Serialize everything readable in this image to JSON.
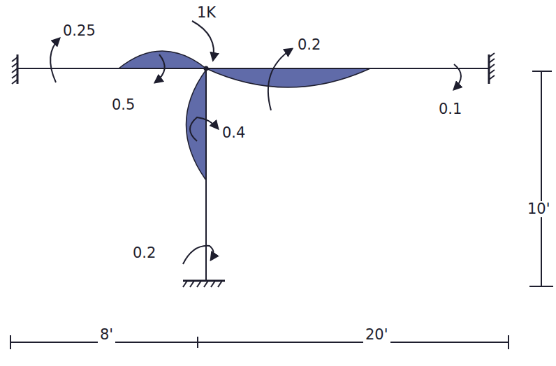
{
  "diagram": {
    "labels": [
      "0.25",
      "1K",
      "0.2",
      "0.5",
      "0.4",
      "0.1",
      "0.2",
      "10'",
      "8'",
      "20'"
    ]
  }
}
